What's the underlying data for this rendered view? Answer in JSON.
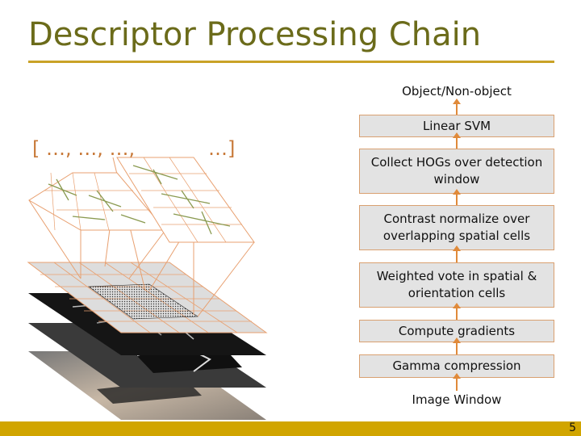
{
  "slide": {
    "title": "Descriptor Processing Chain",
    "page_number": "5"
  },
  "vector": {
    "start": "[ …, …, …,",
    "end": "…]"
  },
  "pipeline": {
    "output": "Object/Non-object",
    "steps": [
      {
        "label": "Linear SVM"
      },
      {
        "label": "Collect HOGs over detection window"
      },
      {
        "label": "Contrast normalize over overlapping spatial cells"
      },
      {
        "label": "Weighted vote in spatial & orientation cells"
      },
      {
        "label": "Compute gradients"
      },
      {
        "label": "Gamma compression"
      }
    ],
    "input": "Image Window"
  },
  "colors": {
    "title": "#6b6b1a",
    "rule": "#c9a227",
    "accent": "#e08a3a",
    "box_fill": "#e3e3e3",
    "footer": "#d1a500"
  }
}
